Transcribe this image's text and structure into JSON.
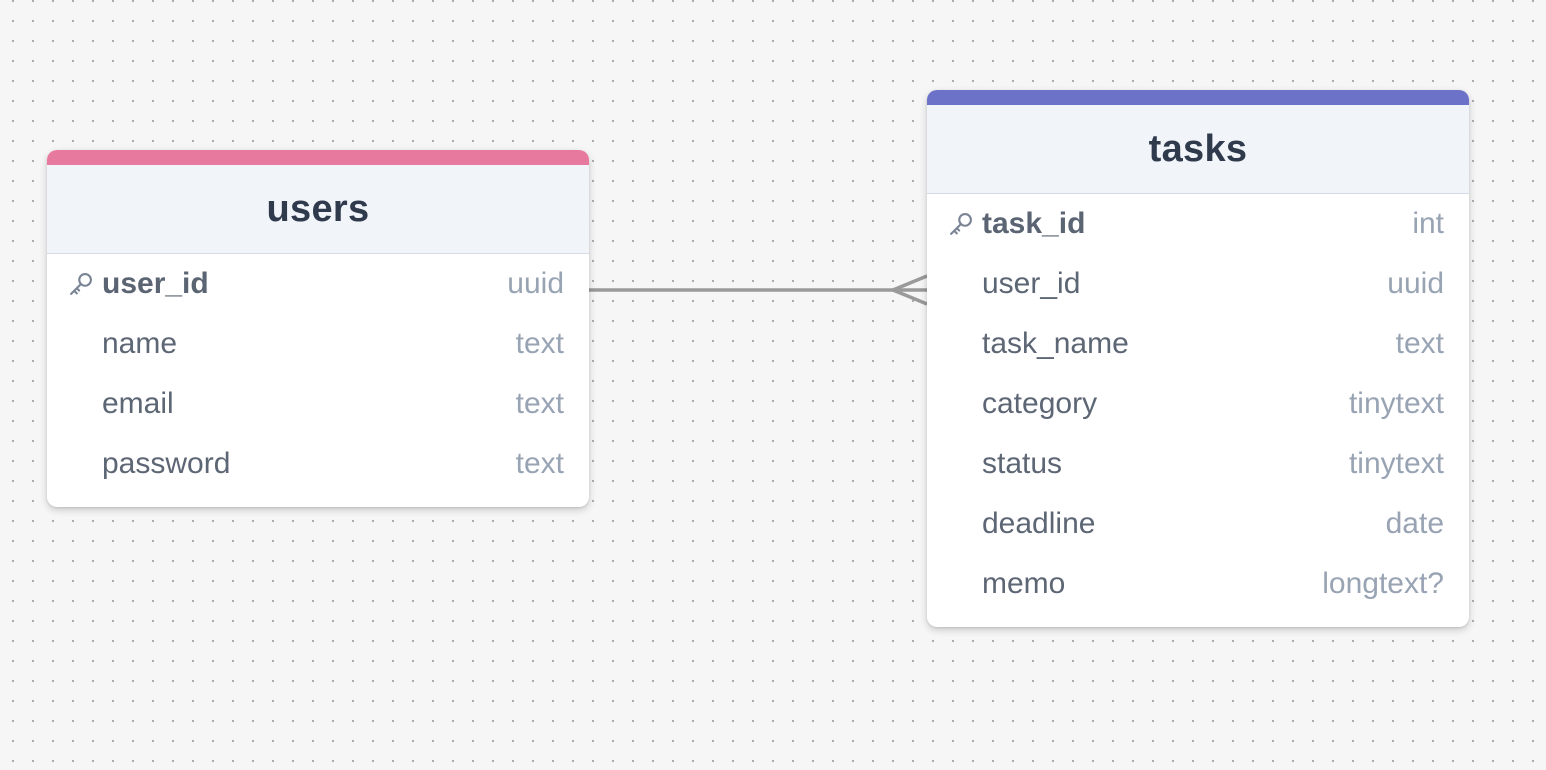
{
  "colors": {
    "canvas_background": "#f6f6f6",
    "grid_dot": "#a9a9a9",
    "relation_line": "#9a9a9a"
  },
  "tables": [
    {
      "id": "users",
      "title": "users",
      "accent_color": "#e8799e",
      "columns": [
        {
          "name": "user_id",
          "type": "uuid",
          "primary_key": true,
          "icon": "key-icon"
        },
        {
          "name": "name",
          "type": "text",
          "primary_key": false
        },
        {
          "name": "email",
          "type": "text",
          "primary_key": false
        },
        {
          "name": "password",
          "type": "text",
          "primary_key": false
        }
      ]
    },
    {
      "id": "tasks",
      "title": "tasks",
      "accent_color": "#6b72c7",
      "columns": [
        {
          "name": "task_id",
          "type": "int",
          "primary_key": true,
          "icon": "key-icon"
        },
        {
          "name": "user_id",
          "type": "uuid",
          "primary_key": false
        },
        {
          "name": "task_name",
          "type": "text",
          "primary_key": false
        },
        {
          "name": "category",
          "type": "tinytext",
          "primary_key": false
        },
        {
          "name": "status",
          "type": "tinytext",
          "primary_key": false
        },
        {
          "name": "deadline",
          "type": "date",
          "primary_key": false
        },
        {
          "name": "memo",
          "type": "longtext?",
          "primary_key": false
        }
      ]
    }
  ],
  "relations": [
    {
      "from_table": "users",
      "from_column": "user_id",
      "to_table": "tasks",
      "to_column": "user_id",
      "from_cardinality": "one",
      "to_cardinality": "many"
    }
  ]
}
